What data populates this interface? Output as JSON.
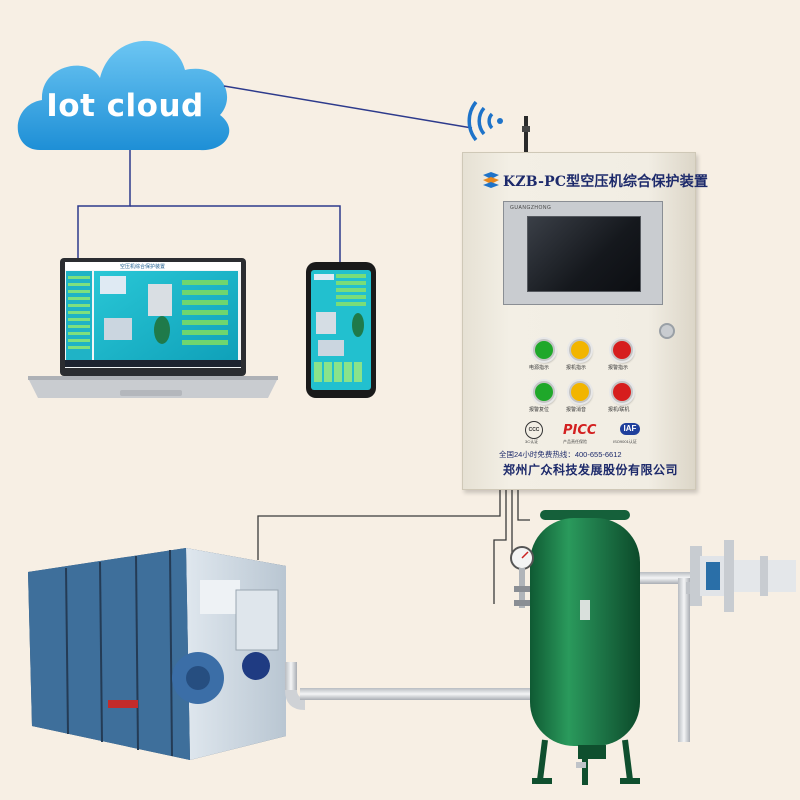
{
  "cloud": {
    "label": "Iot cloud"
  },
  "cabinet": {
    "title": "KZB-PC型空压机综合保护装置",
    "screen_brand": "GUANGZHONG",
    "lamps": [
      {
        "label": "电源指示",
        "color": "#1fa82a"
      },
      {
        "label": "报机指示",
        "color": "#f2b500"
      },
      {
        "label": "报警指示",
        "color": "#d61e1e"
      },
      {
        "label": "报警复位",
        "color": "#1fa82a"
      },
      {
        "label": "报警消音",
        "color": "#f2b500"
      },
      {
        "label": "报机/联机",
        "color": "#d61e1e"
      }
    ],
    "certs": {
      "ccc": "CCC",
      "ccc_label": "3C认证",
      "picc": "PICC",
      "picc_label": "产品责任保险",
      "iaf": "IAF",
      "iaf_label": "ISO9001认证"
    },
    "hotline": "全国24小时免费热线：400-655-6612",
    "company": "郑州广众科技发展股份有限公司"
  },
  "laptop": {
    "window_title": "空压机综合保护装置"
  },
  "colors": {
    "background": "#f7efe4",
    "cloud": "#38a6e6",
    "network_line": "#2d3a8c",
    "tank": "#1f7a4a",
    "pipe": "#d7d9dc"
  }
}
